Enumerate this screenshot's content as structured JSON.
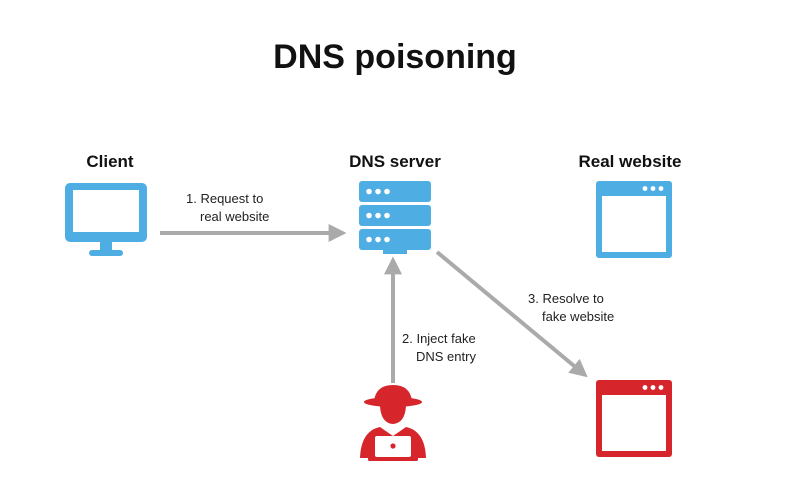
{
  "title": "DNS poisoning",
  "nodes": {
    "client": "Client",
    "dns_server": "DNS server",
    "real_website": "Real website"
  },
  "steps": {
    "step1": [
      "1. Request to",
      "real website"
    ],
    "step2": [
      "2. Inject fake",
      "DNS entry"
    ],
    "step3": [
      "3. Resolve to",
      "fake website"
    ]
  },
  "colors": {
    "blue": "#4eaee4",
    "red": "#d7262b",
    "arrow": "#aaaaaa"
  },
  "icons": {
    "client": "monitor-icon",
    "dns_server": "server-icon",
    "real_website": "browser-window-icon",
    "attacker": "hacker-icon",
    "fake_website": "browser-window-icon"
  }
}
